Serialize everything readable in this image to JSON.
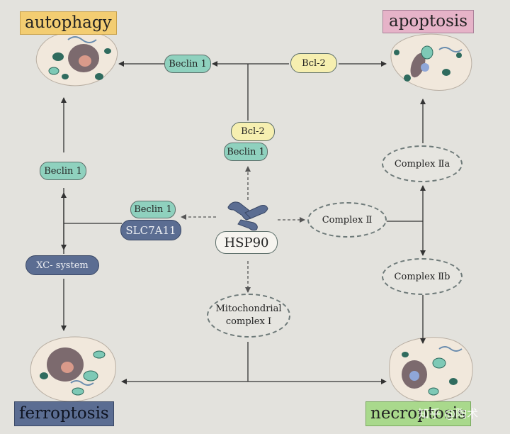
{
  "outcomes": {
    "autophagy": "autophagy",
    "apoptosis": "apoptosis",
    "ferroptosis": "ferroptosis",
    "necroptosis": "necroptosis"
  },
  "nodes": {
    "center": "HSP90",
    "beclin_top": "Beclin 1",
    "bcl2_top": "Bcl-2",
    "bcl2_mid": "Bcl-2",
    "beclin_mid": "Beclin 1",
    "beclin_left": "Beclin 1",
    "beclin_slc": "Beclin 1",
    "slc7a11": "SLC7A11",
    "xc_system": "XC- system",
    "complex_ii": "Complex Ⅱ",
    "complex_iia": "Complex Ⅱa",
    "complex_iib": "Complex Ⅱb",
    "mito_line1": "Mitochondrial",
    "mito_line2": "complex Ⅰ"
  },
  "watermark": "知乎 @陶术",
  "colors": {
    "background": "#e3e2dd",
    "teal": "#8fd1be",
    "yellow": "#f6efb0",
    "navy": "#5b6d92",
    "autophagy_label": "#f3cd72",
    "apoptosis_label": "#e6b3c8",
    "ferroptosis_label": "#5b6d92",
    "necroptosis_label": "#a9d98c"
  }
}
